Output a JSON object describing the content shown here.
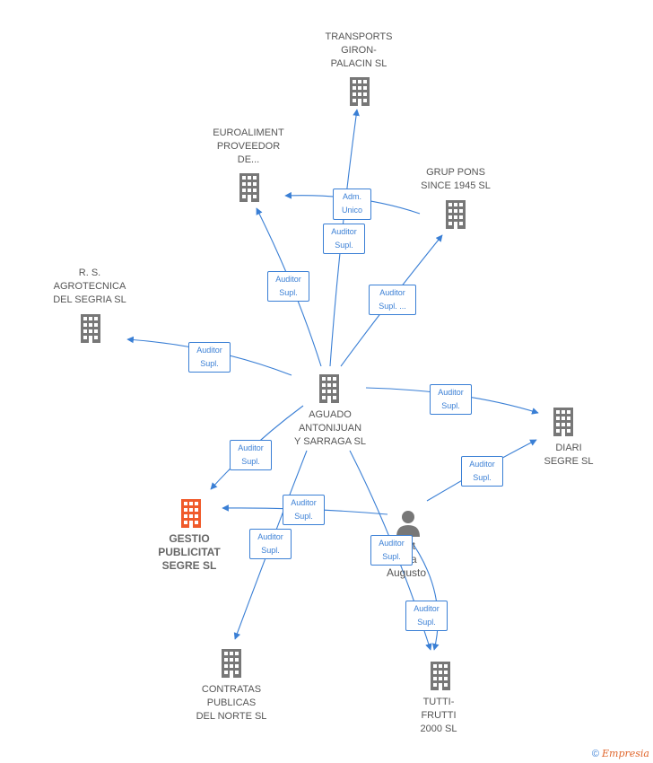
{
  "colors": {
    "edge": "#3a7fd5",
    "building": "#777777",
    "highlight": "#f05a2a",
    "person": "#777777"
  },
  "nodes": [
    {
      "id": "aguado",
      "icon": "building-icon",
      "label": "AGUADO\nANTONIJUAN\nY SARRAGA SL"
    },
    {
      "id": "transports",
      "icon": "building-icon",
      "label": "TRANSPORTS\nGIRON-\nPALACIN SL"
    },
    {
      "id": "euroaliment",
      "icon": "building-icon",
      "label": "EUROALIMENT\nPROVEEDOR\nDE..."
    },
    {
      "id": "gruppons",
      "icon": "building-icon",
      "label": "GRUP PONS\nSINCE 1945 SL"
    },
    {
      "id": "agrotecnica",
      "icon": "building-icon",
      "label": "R. S.\nAGROTECNICA\nDEL SEGRIA SL"
    },
    {
      "id": "diari",
      "icon": "building-icon",
      "label": "DIARI\nSEGRE SL"
    },
    {
      "id": "gestio",
      "icon": "building-icon",
      "label": "GESTIO\nPUBLICITAT\nSEGRE SL",
      "highlight": true
    },
    {
      "id": "person",
      "icon": "person-icon",
      "label": "...et\n...ba\nAugusto"
    },
    {
      "id": "contratas",
      "icon": "building-icon",
      "label": "CONTRATAS\nPUBLICAS\nDEL NORTE SL"
    },
    {
      "id": "tutti",
      "icon": "building-icon",
      "label": "TUTTI-\nFRUTTI\n2000 SL"
    }
  ],
  "edges": [
    {
      "from": "aguado",
      "to": "transports",
      "label": "Auditor\nSupl."
    },
    {
      "from": "gruppons",
      "to": "euroaliment",
      "label": "Adm.\nUnico"
    },
    {
      "from": "aguado",
      "to": "euroaliment",
      "label": "Auditor\nSupl."
    },
    {
      "from": "aguado",
      "to": "gruppons",
      "label": "Auditor\nSupl. ..."
    },
    {
      "from": "aguado",
      "to": "agrotecnica",
      "label": "Auditor\nSupl."
    },
    {
      "from": "aguado",
      "to": "diari",
      "label": "Auditor\nSupl."
    },
    {
      "from": "aguado",
      "to": "gestio",
      "label": "Auditor\nSupl."
    },
    {
      "from": "person",
      "to": "diari",
      "label": "Auditor\nSupl."
    },
    {
      "from": "person",
      "to": "gestio",
      "label": "Auditor\nSupl."
    },
    {
      "from": "aguado",
      "to": "contratas",
      "label": "Auditor\nSupl."
    },
    {
      "from": "aguado",
      "to": "tutti",
      "label": "Auditor\nSupl."
    },
    {
      "from": "person",
      "to": "tutti",
      "label": "Auditor\nSupl."
    }
  ],
  "footer": {
    "copyright": "©",
    "brand": "Empresia"
  }
}
